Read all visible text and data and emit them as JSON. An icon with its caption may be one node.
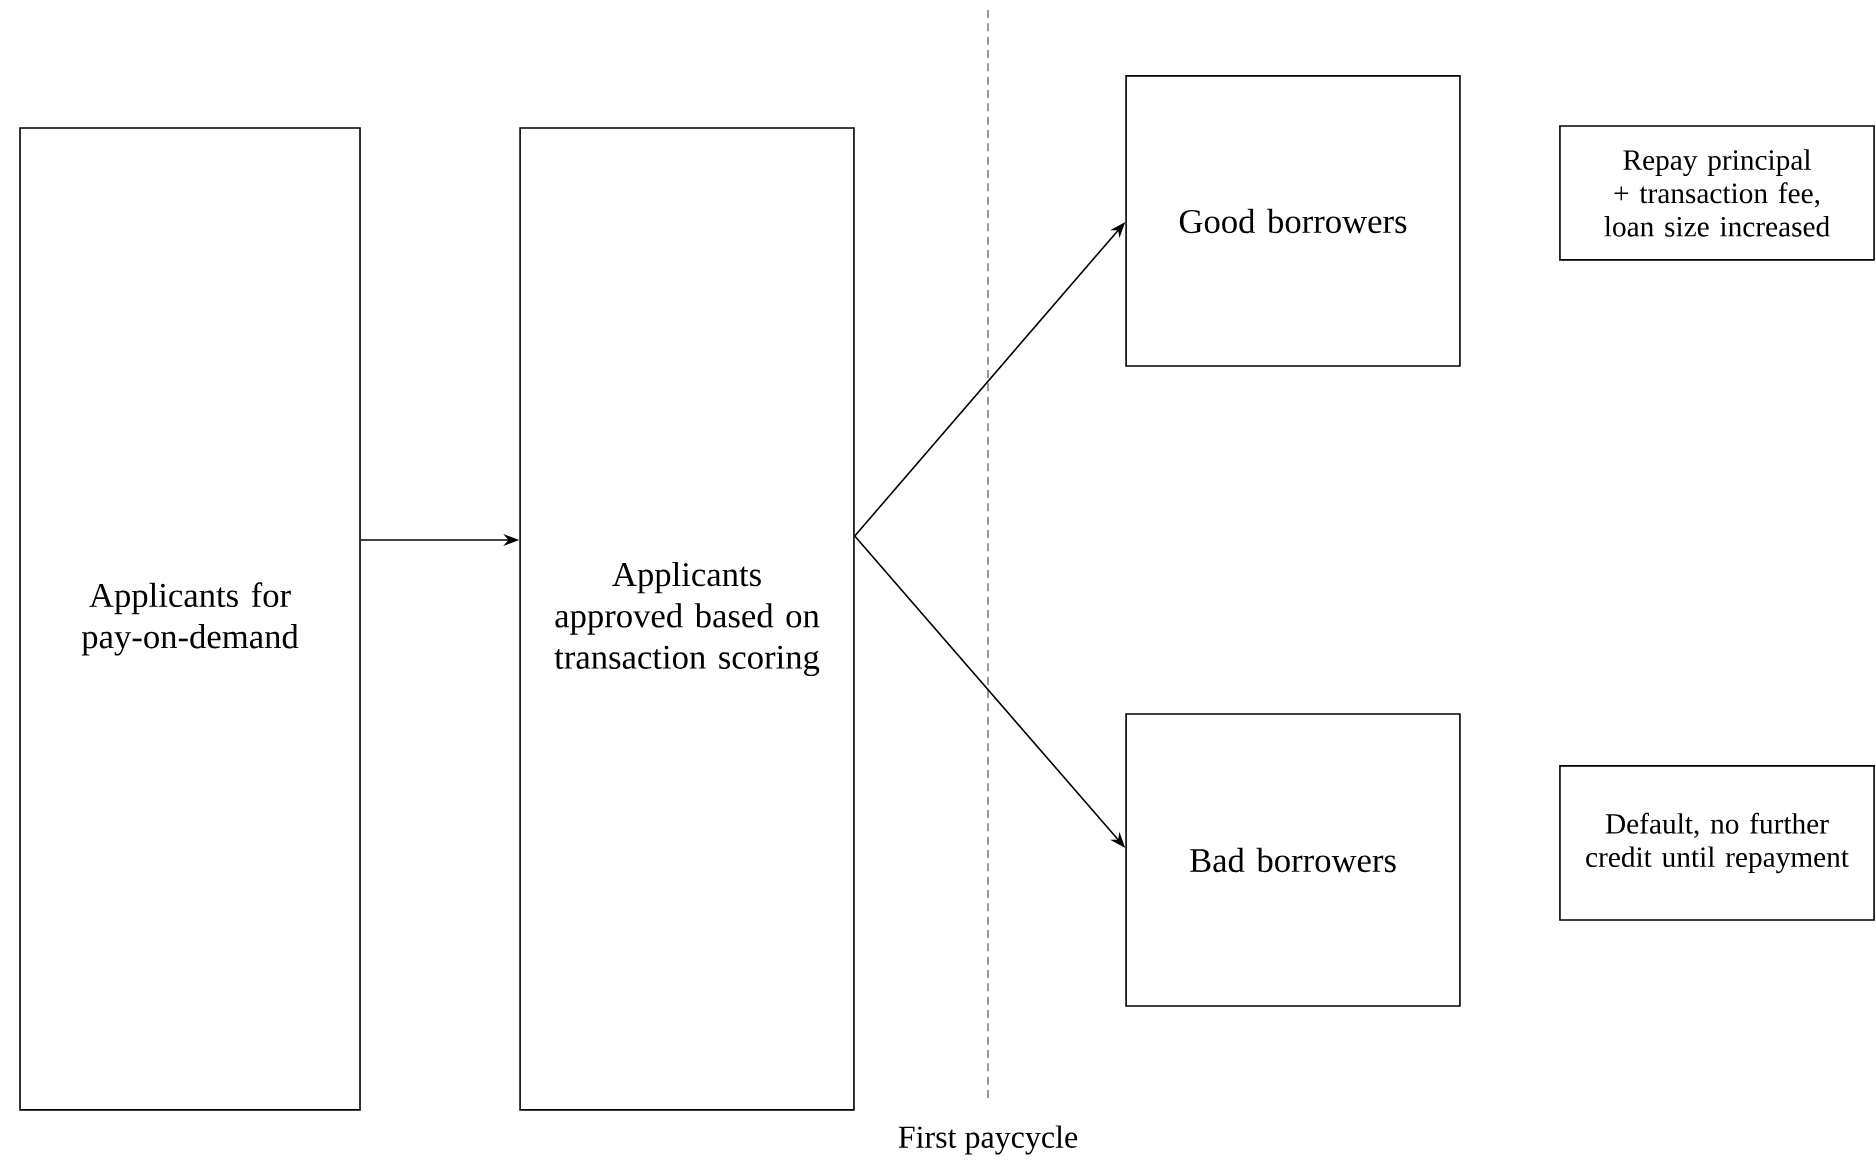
{
  "diagram": {
    "nodes": [
      {
        "text": [
          "Applicants for pay-on-demand"
        ]
      },
      {
        "text": [
          "Applicants approved based on transaction scoring"
        ]
      },
      {
        "text": [
          "Good borrowers"
        ]
      },
      {
        "text": [
          "Bad borrowers"
        ]
      },
      {
        "text": [
          "Repay principal + transaction fee, loan size increased"
        ]
      },
      {
        "text": [
          "Default, no further credit until repayment"
        ]
      }
    ],
    "edges": [
      {
        "from": 0,
        "to": 1,
        "arrow": "to"
      },
      {
        "from": 1,
        "to": 2,
        "arrow": "to"
      },
      {
        "from": 1,
        "to": 3,
        "arrow": "to"
      }
    ],
    "labels": [
      "First paycycle"
    ]
  }
}
